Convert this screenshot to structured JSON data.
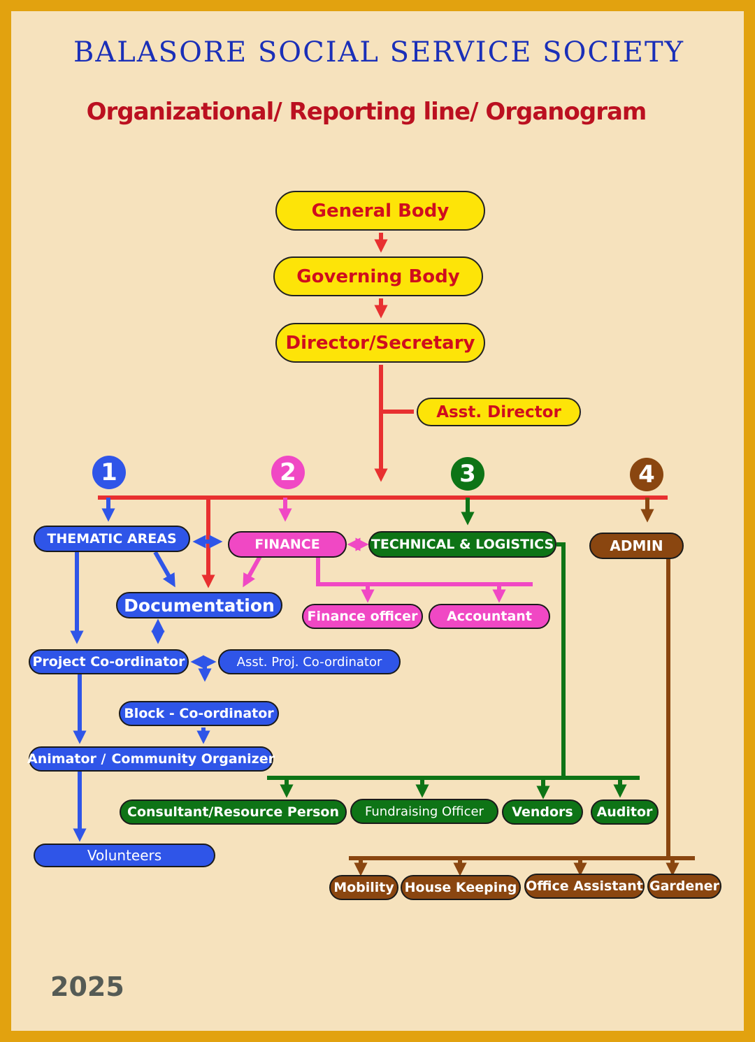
{
  "title": "BALASORE SOCIAL SERVICE SOCIETY",
  "subtitle": "Organizational/ Reporting line/ Organogram",
  "year": "2025",
  "colors": {
    "frame": "#e2a20f",
    "background": "#f6e2bd",
    "title": "#1a2fb8",
    "subtitle": "#bb1020",
    "top_nodes": "#fde408",
    "red_lines": "#e83030",
    "blue": "#2f55e8",
    "pink": "#f048c4",
    "green": "#0e7416",
    "brown": "#8a4610"
  },
  "top": {
    "general_body": "General Body",
    "governing_body": "Governing Body",
    "director": "Director/Secretary",
    "asst_director": "Asst. Director"
  },
  "badges": [
    "1",
    "2",
    "3",
    "4"
  ],
  "wings": {
    "thematic": "THEMATIC AREAS",
    "finance": "FINANCE",
    "technical": "TECHNICAL & LOGISTICS",
    "admin": "ADMIN"
  },
  "program": {
    "documentation": "Documentation",
    "project_coordinator": "Project Co-ordinator",
    "asst_proj_coordinator": "Asst. Proj. Co-ordinator",
    "block_coordinator": "Block - Co-ordinator",
    "animator_a": "Animator /",
    "animator_b": "Community Organizer",
    "volunteers": "Volunteers"
  },
  "finance_staff": {
    "finance_officer": "Finance officer",
    "accountant": "Accountant"
  },
  "technical_staff": {
    "consultant": "Consultant/Resource Person",
    "fundraising": "Fundraising Officer",
    "vendors": "Vendors",
    "auditor": "Auditor"
  },
  "admin_staff": {
    "mobility": "Mobility",
    "housekeeping": "House Keeping",
    "office_assistant": "Office Assistant",
    "gardener": "Gardener"
  }
}
